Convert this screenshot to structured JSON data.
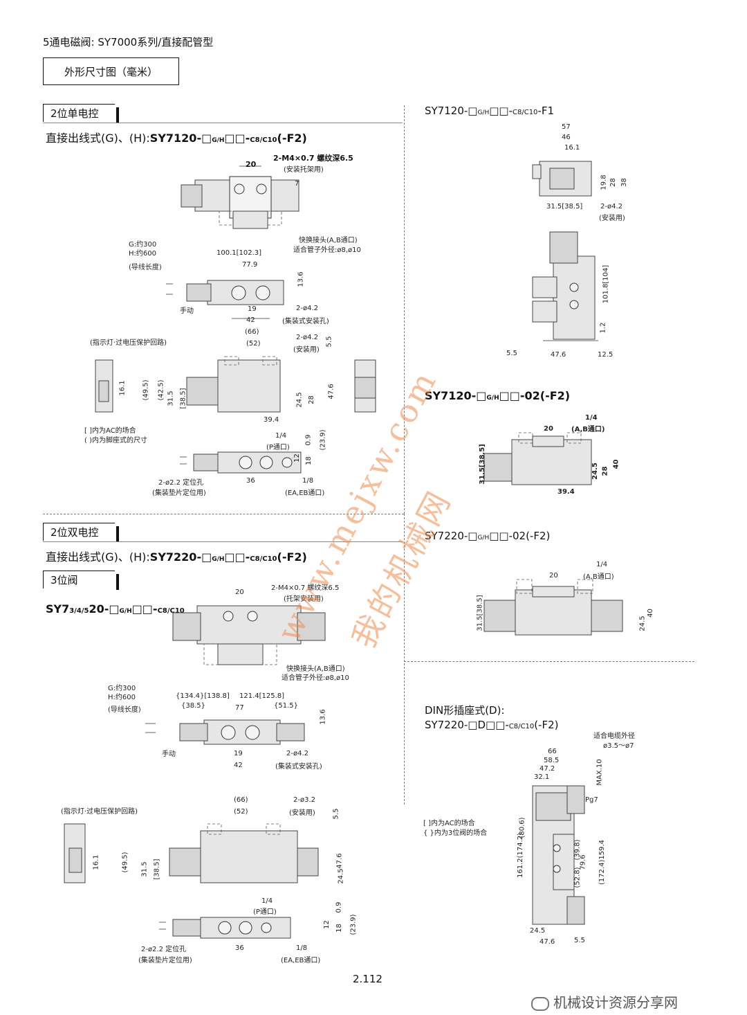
{
  "header": {
    "title": "5通电磁阀: SY7000系列/直接配管型"
  },
  "section_box": {
    "label": "外形尺寸图（毫米）"
  },
  "single": {
    "tab": "2位单电控",
    "title_prefix": "直接出线式(G)、(H):",
    "title_model": "SY7120-□",
    "title_gh": "G/H",
    "title_mid": "□□-",
    "title_c": "C8/C10",
    "title_suffix": "(-F2)",
    "d1": {
      "dim_20": "20",
      "thread": "2-M4×0.7 螺纹深6.5",
      "thread_note": "(安装托架用)",
      "dim_7": "7"
    },
    "d2": {
      "wire_g": "G:约300",
      "wire_h": "H:约600",
      "wire_note": "(导线长度)",
      "dim_100": "100.1[102.3]",
      "dim_779": "77.9",
      "fitting": "快换接头(A,B通口)",
      "fitting_note": "适合管子外径:ø8,ø10",
      "dim_136": "13.6",
      "manual": "手动",
      "dim_19": "19",
      "dim_42": "42",
      "hole": "2-ø4.2",
      "hole_note": "(集装式安装孔)"
    },
    "d3": {
      "led": "(指示灯·过电压保护回路)",
      "dim_66": "(66)",
      "dim_52": "(52)",
      "hole": "2-ø4.2",
      "hole_note": "(安装用)",
      "dim_55": "5.5",
      "dim_161": "16.1",
      "dim_495": "(49.5)",
      "dim_425": "(42.5)",
      "dim_315": "31.5",
      "dim_385": "[38.5]",
      "dim_245": "24.5",
      "dim_28": "28",
      "dim_476": "47.6",
      "dim_394": "39.4"
    },
    "notes": [
      "[ ]内为AC的场合",
      "( )内为脚座式的尺寸"
    ],
    "d4": {
      "port_p": "1/4",
      "port_p_note": "(P通口)",
      "dim_09": "0.9",
      "dim_239": "(23.9)",
      "dim_12": "12",
      "dim_18": "18",
      "pin": "2-ø2.2 定位孔",
      "pin_note": "(集装垫片定位用)",
      "dim_36": "36",
      "port_e": "1/8",
      "port_e_note": "(EA,EB通口)"
    }
  },
  "right_top": {
    "title": "SY7120-□G/H□□-C8/C10-F1",
    "title_a": "SY7120-□",
    "title_gh": "G/H",
    "title_b": "□□-",
    "title_c": "C8/C10",
    "title_d": "-F1",
    "dim_57": "57",
    "dim_46": "46",
    "dim_161": "16.1",
    "dim_198": "19.8",
    "dim_28": "28",
    "dim_38": "38",
    "dim_315": "31.5[38.5]",
    "hole": "2-ø4.2",
    "hole_note": "(安装用)",
    "dim_1018": "101.8[104]",
    "dim_12": "1.2",
    "dim_55": "5.5",
    "dim_476": "47.6",
    "dim_125": "12.5"
  },
  "right_02": {
    "title_a": "SY7120-□",
    "title_gh": "G/H",
    "title_b": "□□-02(-F2)",
    "port": "1/4",
    "port_note": "(A,B通口)",
    "dim_20": "20",
    "dim_315": "31.5[38.5]",
    "dim_245": "24.5",
    "dim_28": "28",
    "dim_40": "40",
    "dim_394": "39.4"
  },
  "right_7220": {
    "title_a": "SY7220-□",
    "title_gh": "G/H",
    "title_b": "□□-02(-F2)",
    "port": "1/4",
    "port_note": "(A,B通口)",
    "dim_20": "20",
    "dim_315": "31.5[38.5]",
    "dim_245": "24.5",
    "dim_40": "40"
  },
  "double": {
    "tab": "2位双电控",
    "title_prefix": "直接出线式(G)、(H):",
    "title_model": "SY7220-□",
    "title_gh": "G/H",
    "title_mid": "□□-",
    "title_c": "C8/C10",
    "title_suffix": "(-F2)",
    "tab3": "3位阀",
    "sub_a": "SY7",
    "sub_digits": "3/4/5",
    "sub_b": "20-□",
    "sub_gh": "G/H",
    "sub_c": "□□-",
    "sub_cc": "C8/C10",
    "d1": {
      "dim_20": "20",
      "thread": "2-M4×0.7 螺纹深6.5",
      "thread_note": "(托架安装用)"
    },
    "d2": {
      "wire_g": "G:约300",
      "wire_h": "H:约600",
      "wire_note": "(导线长度)",
      "dim_134": "{134.4}[138.8]",
      "dim_121": "121.4[125.8]",
      "dim_385": "{38.5}",
      "dim_77": "77",
      "dim_515": "{51.5}",
      "fitting": "快换接头(A,B通口)",
      "fitting_note": "适合管子外径:ø8,ø10",
      "dim_136": "13.6",
      "manual": "手动",
      "dim_19": "19",
      "dim_42": "42",
      "hole": "2-ø4.2",
      "hole_note": "(集装式安装孔)"
    },
    "d3": {
      "led": "(指示灯·过电压保护回路)",
      "dim_66": "(66)",
      "dim_52": "(52)",
      "hole": "2-ø3.2",
      "hole_note": "(安装用)",
      "dim_55": "5.5",
      "dim_161": "16.1",
      "dim_495": "(49.5)",
      "dim_315": "31.5",
      "dim_385": "[38.5]",
      "dim_245": "24.5",
      "dim_476": "47.6"
    },
    "d4": {
      "port_p": "1/4",
      "port_p_note": "(P通口)",
      "dim_09": "0.9",
      "dim_239": "(23.9)",
      "dim_12": "12",
      "dim_18": "18",
      "pin": "2-ø2.2 定位孔",
      "pin_note": "(集装垫片定位用)",
      "dim_36": "36",
      "port_e": "1/8",
      "port_e_note": "(EA,EB通口)"
    }
  },
  "din": {
    "title1": "DIN形插座式(D):",
    "title_a": "SY7220-□D□□-",
    "title_c": "C8/C10",
    "title_suffix": "(-F2)",
    "cable": "适合电缆外径",
    "cable_val": "ø3.5～ø7",
    "dim_66": "66",
    "dim_585": "58.5",
    "dim_472": "47.2",
    "dim_321": "32.1",
    "max": "MAX.10",
    "pg": "Pg7",
    "dim_806": "(80.6)",
    "dim_1612": "161.2(174.2)",
    "dim_398": "(39.8)",
    "dim_796": "79.6",
    "dim_528": "(52.8)",
    "dim_1724": "(172.4)159.4",
    "dim_245": "24.5",
    "dim_476": "47.6",
    "dim_55": "5.5",
    "notes": [
      "[ ]内为AC的场合",
      "{ }内为3位阀的场合"
    ]
  },
  "watermark": {
    "line1": "www.mejxw.com",
    "line2": "我的机械网"
  },
  "page_number": "2.112",
  "footer": {
    "brand": "机械设计资源分享网"
  }
}
